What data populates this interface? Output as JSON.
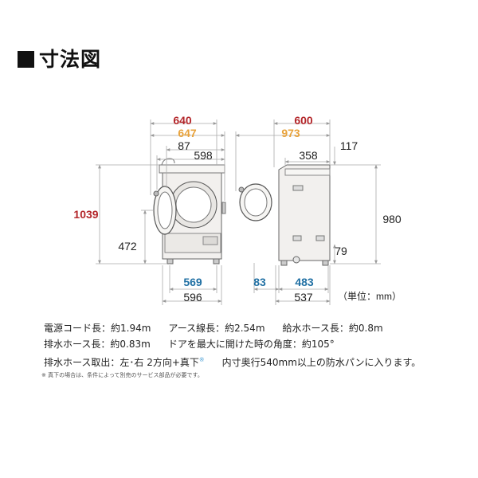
{
  "title": "寸法図",
  "colors": {
    "red": "#b3262a",
    "orange": "#e8a23a",
    "blue": "#1f6fa3",
    "black": "#222222",
    "line": "#aaaaaa"
  },
  "front_view": {
    "width_total": "640",
    "width_door": "647",
    "offset_top": "87",
    "width_body": "598",
    "height_total": "1039",
    "height_door_center": "472",
    "foot_span": "569",
    "base_width": "596"
  },
  "side_view": {
    "depth_total": "600",
    "depth_door_open": "973",
    "depth_top": "358",
    "top_step": "117",
    "height": "980",
    "foot_height": "79",
    "front_overhang": "83",
    "foot_depth": "483",
    "base_depth": "537"
  },
  "unit_label": "（単位：mm）",
  "specs": {
    "line1": [
      "電源コード長：約1.94m",
      "アース線長：約2.54m",
      "給水ホース長：約0.8m"
    ],
    "line2": [
      "排水ホース長：約0.83m",
      "ドアを最大に開けた時の角度：約105°"
    ],
    "line3_a": "排水ホース取出：左･右 2方向+真下",
    "line3_mark": "※",
    "line3_b": "内寸奥行540mm以上の防水パンに入ります。"
  },
  "footnote": "※ 真下の場合は、条件によって別売のサービス部品が必要です。"
}
